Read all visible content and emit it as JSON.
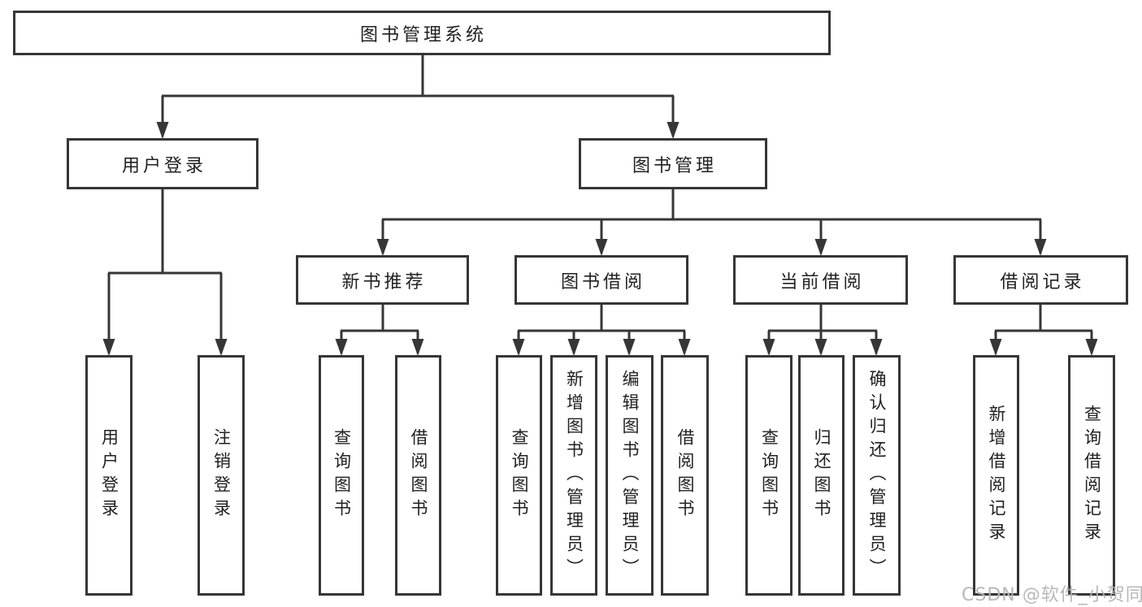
{
  "tree": {
    "label": "图书管理系统",
    "children": [
      {
        "label": "用户登录",
        "children": [
          {
            "label": "用户登录"
          },
          {
            "label": "注销登录"
          }
        ]
      },
      {
        "label": "图书管理",
        "children": [
          {
            "label": "新书推荐",
            "children": [
              {
                "label": "查询图书"
              },
              {
                "label": "借阅图书"
              }
            ]
          },
          {
            "label": "图书借阅",
            "children": [
              {
                "label": "查询图书"
              },
              {
                "label": "新增图书（管理员）"
              },
              {
                "label": "编辑图书（管理员）"
              },
              {
                "label": "借阅图书"
              }
            ]
          },
          {
            "label": "当前借阅",
            "children": [
              {
                "label": "查询图书"
              },
              {
                "label": "归还图书"
              },
              {
                "label": "确认归还（管理员）"
              }
            ]
          },
          {
            "label": "借阅记录",
            "children": [
              {
                "label": "新增借阅记录"
              },
              {
                "label": "查询借阅记录"
              }
            ]
          }
        ]
      }
    ]
  },
  "watermark": {
    "text": "CSDN @软件_小贺同学"
  },
  "colors": {
    "background": "#ffffff",
    "line": "#363636",
    "box_border": "#363636",
    "text": "#212121",
    "watermark": "#b5b5b5"
  }
}
